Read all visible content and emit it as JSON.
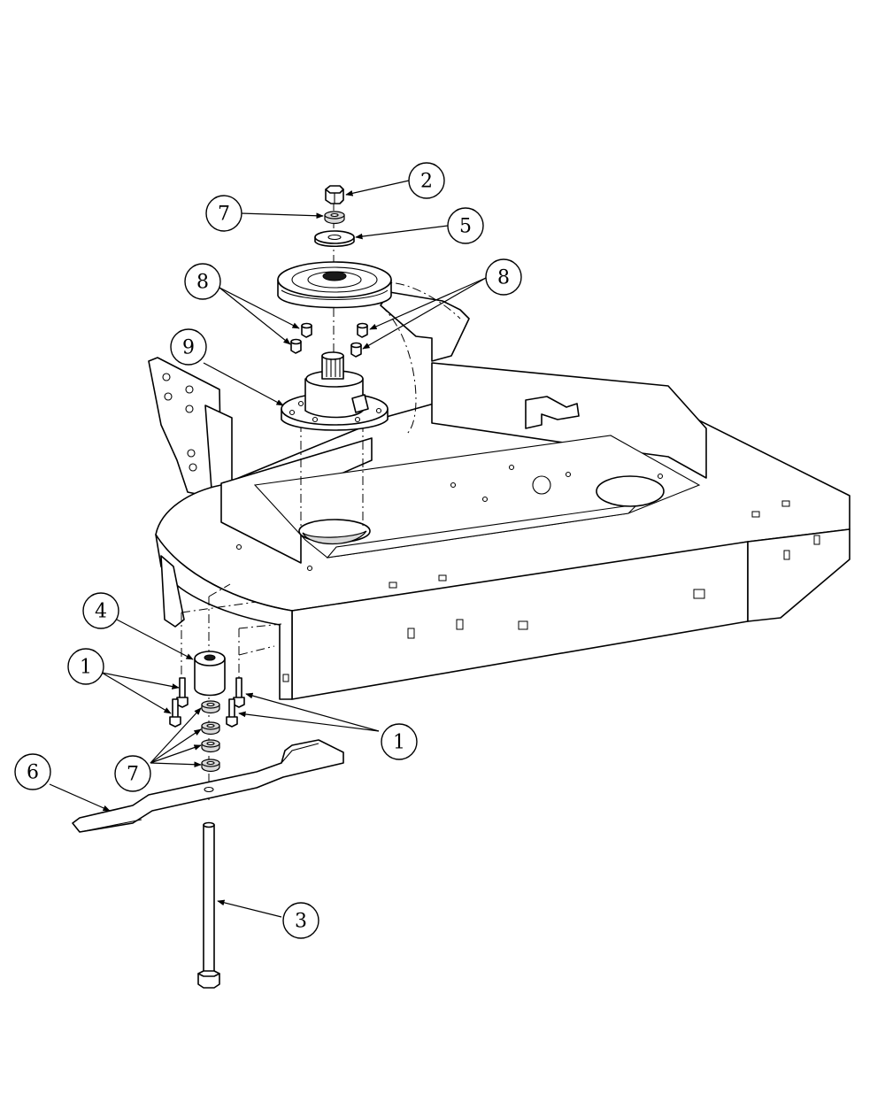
{
  "callouts": [
    {
      "id": "c1a",
      "label": "1"
    },
    {
      "id": "c1b",
      "label": "1"
    },
    {
      "id": "c2",
      "label": "2"
    },
    {
      "id": "c3",
      "label": "3"
    },
    {
      "id": "c4",
      "label": "4"
    },
    {
      "id": "c5",
      "label": "5"
    },
    {
      "id": "c6",
      "label": "6"
    },
    {
      "id": "c7a",
      "label": "7"
    },
    {
      "id": "c7b",
      "label": "7"
    },
    {
      "id": "c8a",
      "label": "8"
    },
    {
      "id": "c8b",
      "label": "8"
    },
    {
      "id": "c9",
      "label": "9"
    }
  ]
}
